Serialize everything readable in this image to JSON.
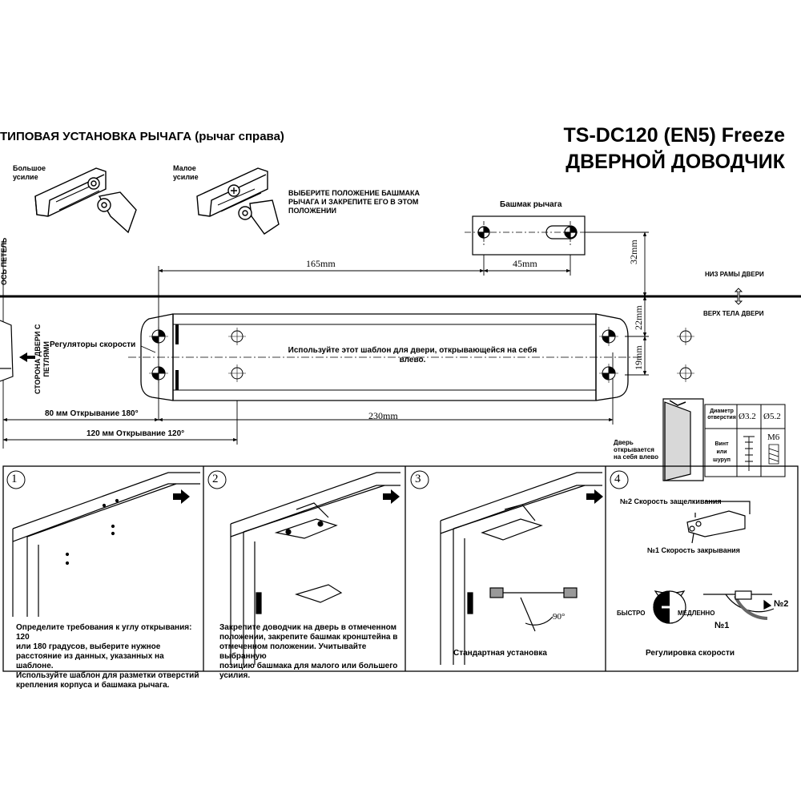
{
  "title": {
    "line1": "TS-DC120 (EN5) Freeze",
    "line2": "ДВЕРНОЙ ДОВОДЧИК"
  },
  "subtitle": "ТИПОВАЯ УСТАНОВКА РЫЧАГА (рычаг справа)",
  "force_options": {
    "high": [
      "Большое",
      "усилие"
    ],
    "low": [
      "Малое",
      "усилие"
    ]
  },
  "shoe_instruction": [
    "ВЫБЕРИТЕ ПОЛОЖЕНИЕ БАШМАКА",
    "РЫЧАГА И ЗАКРЕПИТЕ ЕГО В ЭТОМ",
    "ПОЛОЖЕНИИ"
  ],
  "shoe_label": "Башмак рычага",
  "dimensions": {
    "d165": "165mm",
    "d45": "45mm",
    "d32": "32mm",
    "d22": "22mm",
    "d19": "19mm",
    "d230": "230mm",
    "open180": "80 мм   Открывание 180°",
    "open120": "120 мм   Открывание 120°"
  },
  "hinge_axis": "ОСЬ ПЕТЕЛЬ",
  "frame_bottom": "НИЗ РАМЫ ДВЕРИ",
  "leaf_top": "ВЕРХ ТЕЛА ДВЕРИ",
  "hinge_side": [
    "СТОРОНА ДВЕРИ С",
    "ПЕТЛЯМИ"
  ],
  "speed_regulators": "Регуляторы скорости",
  "template_note": [
    "Используйте этот шаблон для двери, открывающейся на себя",
    "влево."
  ],
  "door_note": [
    "Дверь",
    "открывается",
    "на себя влево"
  ],
  "hole_table": {
    "header": [
      "Диаметр",
      "отверстия"
    ],
    "d1": "Ø3.2",
    "d2": "Ø5.2",
    "row2": [
      "Винт",
      "или",
      "шуруп"
    ],
    "m6": "M6"
  },
  "steps": [
    {
      "num": "1",
      "text": [
        "Определите требования к углу открывания: 120",
        "или 180 градусов, выберите нужное",
        "расстояние из данных, указанных на шаблоне.",
        "Используйте шаблон для разметки отверстий",
        "крепления корпуса и башмака рычага."
      ]
    },
    {
      "num": "2",
      "text": [
        "Закрепите доводчик на дверь в отмеченном",
        "положении, закрепите башмак кронштейна в",
        "отмеченном положении. Учитывайте выбранную",
        "позицию башмака для малого или большего",
        "усилия."
      ]
    },
    {
      "num": "3",
      "text": [
        "Стандартная установка"
      ],
      "angle": "90°"
    },
    {
      "num": "4",
      "text": [
        "Регулировка скорости"
      ]
    }
  ],
  "speed": {
    "latch": "№2 Скорость защелкивания",
    "close": "№1 Скорость закрывания",
    "fast": "БЫСТРО",
    "slow": "МЕДЛЕННО",
    "n1": "№1",
    "n2": "№2"
  }
}
